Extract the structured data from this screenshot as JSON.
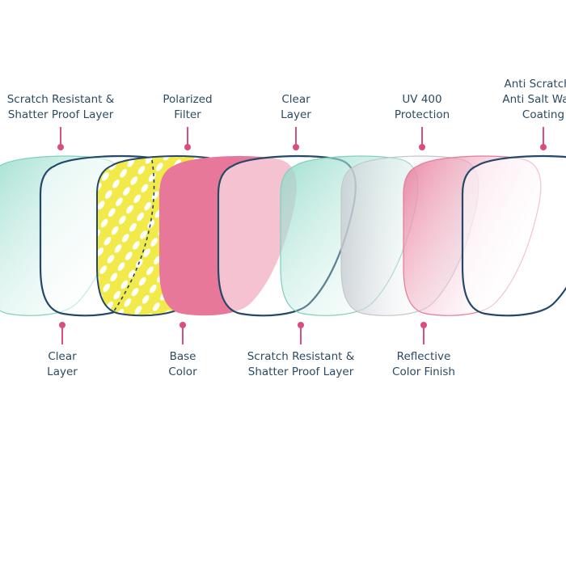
{
  "labels_top": [
    {
      "lines": [
        "Scratch Resistant &",
        "Shatter Proof Layer"
      ]
    },
    {
      "lines": [
        "Polarized",
        "Filter"
      ]
    },
    {
      "lines": [
        "Clear",
        "Layer"
      ]
    },
    {
      "lines": [
        "UV 400",
        "Protection"
      ]
    },
    {
      "lines": [
        "Anti Scratch &",
        "Anti Salt Water",
        "Coating"
      ]
    }
  ],
  "labels_bottom": [
    {
      "lines": [
        "Clear",
        "Layer"
      ]
    },
    {
      "lines": [
        "Base",
        "Color"
      ]
    },
    {
      "lines": [
        "Scratch Resistant &",
        "Shatter Proof Layer"
      ]
    },
    {
      "lines": [
        "Reflective",
        "Color Finish"
      ]
    }
  ],
  "layers": [
    {
      "kind": "tinted",
      "fill": "#8fd9c8"
    },
    {
      "kind": "outline"
    },
    {
      "kind": "pattern",
      "fill": "#f1ea4a"
    },
    {
      "kind": "solid",
      "fill": "#e8789a"
    },
    {
      "kind": "outline"
    },
    {
      "kind": "tinted",
      "fill": "#8fd9c8"
    },
    {
      "kind": "clear"
    },
    {
      "kind": "gradient",
      "fill": "#e8789a"
    },
    {
      "kind": "outline"
    }
  ],
  "colors": {
    "text": "#2b4a63",
    "accent": "#d94f7a",
    "outline": "#23486a",
    "teal": "#8fd9c8",
    "pink": "#e8789a",
    "yellow": "#f1ea4a"
  }
}
